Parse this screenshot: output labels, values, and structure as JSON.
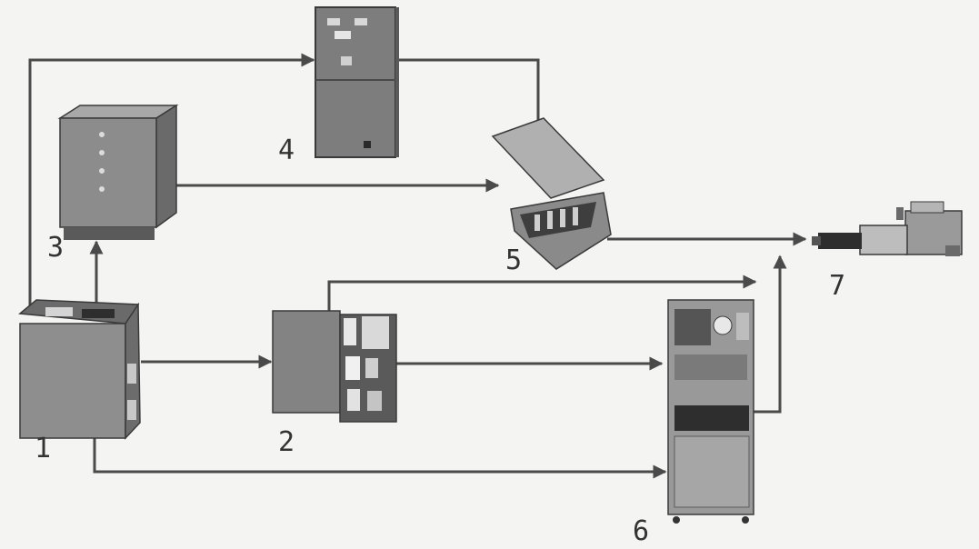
{
  "labels": {
    "unit1": "1",
    "unit2": "2",
    "unit3": "3",
    "unit4": "4",
    "unit5": "5",
    "unit6": "6",
    "unit7": "7"
  },
  "colors": {
    "background": "#f4f4f2",
    "line": "#4a4a4a",
    "equipment": "#8f8f8f",
    "equipment_dark": "#5e5e5e",
    "equipment_light": "#bdbdbd"
  }
}
